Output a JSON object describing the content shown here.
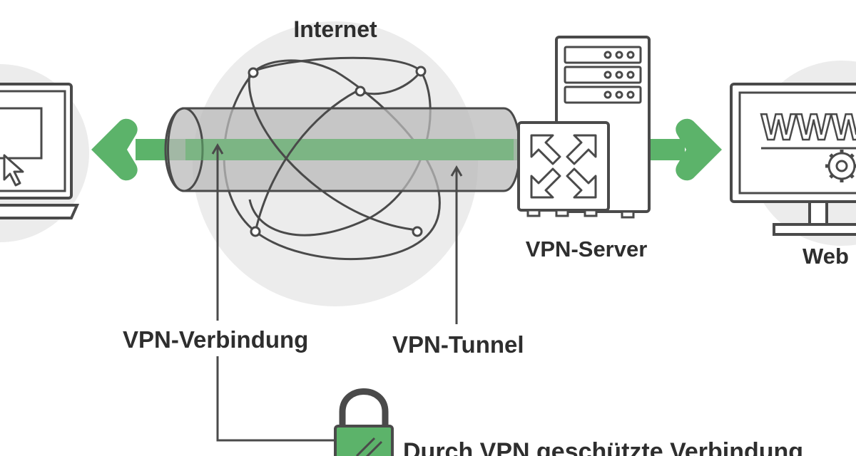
{
  "labels": {
    "internet": "Internet",
    "vpn_server": "VPN-Server",
    "website": "Web",
    "vpn_connection": "VPN-Verbindung",
    "vpn_tunnel": "VPN-Tunnel",
    "protected_connection": "Durch VPN geschützte Verbindung"
  },
  "screen_text": {
    "www": "WWW"
  },
  "colors": {
    "green": "#5cb36a",
    "green_dark": "#3f8a4c",
    "stroke": "#4a4a4a",
    "background_circle": "#ececec",
    "tunnel_fill": "#c4c4c4"
  }
}
